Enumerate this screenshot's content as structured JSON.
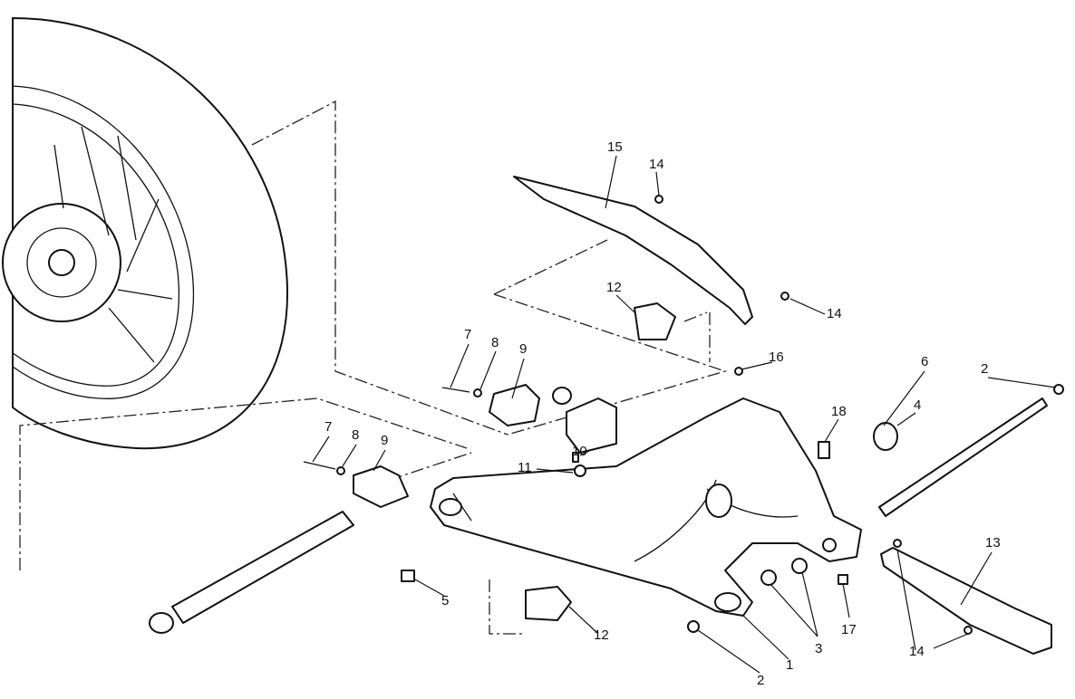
{
  "diagram": {
    "labels": [
      "15",
      "14",
      "14",
      "12",
      "16",
      "2",
      "6",
      "4",
      "18",
      "7",
      "8",
      "9",
      "7",
      "8",
      "9",
      "10",
      "11",
      "13",
      "5",
      "12",
      "17",
      "3",
      "1",
      "2",
      "14"
    ]
  }
}
